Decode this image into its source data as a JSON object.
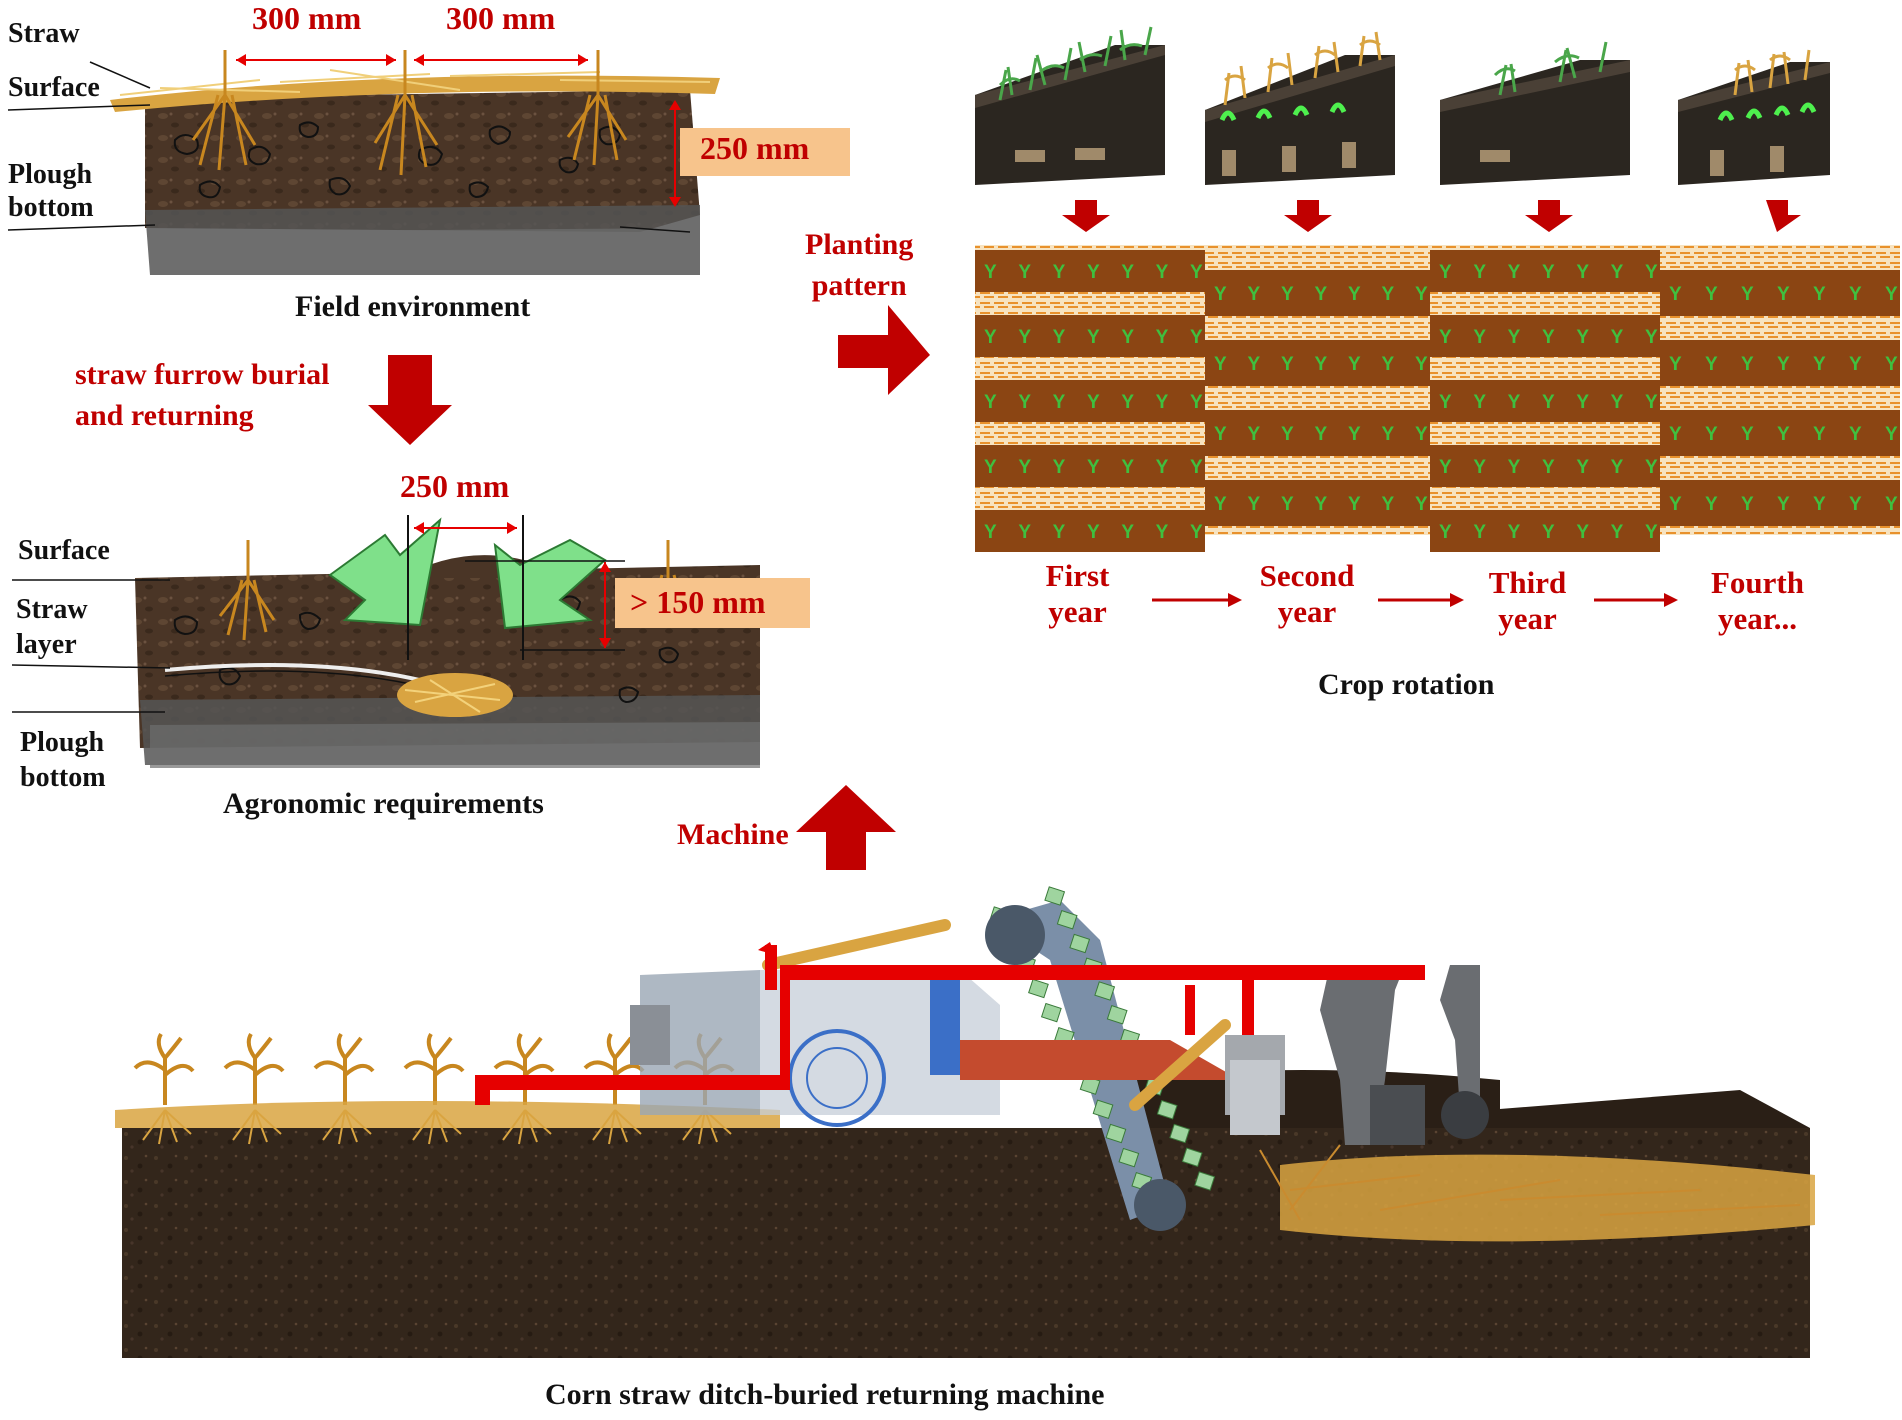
{
  "field_environment": {
    "caption": "Field environment",
    "labels": {
      "straw": "Straw",
      "surface": "Surface",
      "plough_bottom": "Plough\nbottom"
    },
    "spacing_1": "300 mm",
    "spacing_2": "300 mm",
    "depth": "250 mm"
  },
  "transition": {
    "text": "straw furrow burial\nand returning"
  },
  "agronomic_requirements": {
    "caption": "Agronomic requirements",
    "labels": {
      "surface": "Surface",
      "straw_layer": "Straw\nlayer",
      "plough_bottom": "Plough\nbottom"
    },
    "width": "250 mm",
    "depth": "> 150 mm"
  },
  "planting_pattern": {
    "label": "Planting\npattern",
    "years": [
      "First\nyear",
      "Second\nyear",
      "Third\nyear",
      "Fourth\nyear..."
    ],
    "caption": "Crop rotation",
    "seedling_glyph": "Y"
  },
  "machine": {
    "arrow_label": "Machine",
    "caption": "Corn straw ditch-buried returning machine"
  },
  "colors": {
    "accent_red": "#c00000",
    "soil_dark": "#3b2c20",
    "soil_brown": "#8b4513",
    "straw_yellow": "#d9a441",
    "highlight_orange": "#f7c48c",
    "seedling_green": "#3fbf3f",
    "frame_red": "#e00000"
  }
}
